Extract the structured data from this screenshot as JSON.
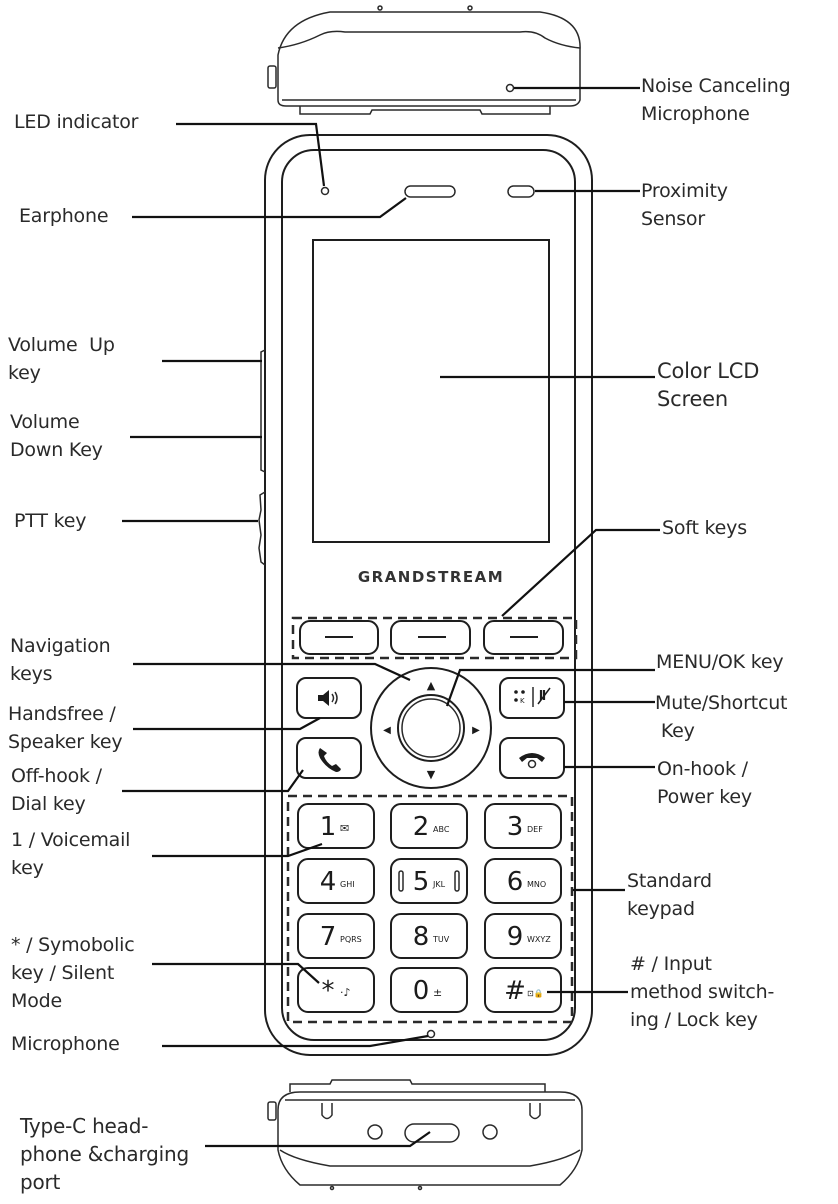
{
  "diagram": {
    "brand": "GRANDSTREAM",
    "labels": {
      "noise_mic": "Noise Canceling\nMicrophone",
      "led": "LED indicator",
      "earphone": "Earphone",
      "proximity": "Proximity\nSensor",
      "vol_up": "Volume  Up\nkey",
      "vol_down": "Volume\nDown Key",
      "lcd": "Color LCD\nScreen",
      "ptt": "PTT key",
      "soft_keys": "Soft keys",
      "navigation": "Navigation\nkeys",
      "menu_ok": "MENU/OK key",
      "handsfree": "Handsfree /\nSpeaker key",
      "mute": "Mute/Shortcut\n Key",
      "offhook": "Off-hook /\nDial key",
      "onhook": "On-hook /\nPower key",
      "voicemail": "1 / Voicemail\nkey",
      "keypad": "Standard\nkeypad",
      "star": "* / Symobolic\nkey / Silent\nMode",
      "hash": "# / Input\nmethod switch-\ning / Lock key",
      "microphone": "Microphone",
      "typec": "Type-C head-\nphone &charging\nport"
    },
    "keypad": [
      {
        "digit": "1",
        "sub": "✉"
      },
      {
        "digit": "2",
        "sub": "ABC"
      },
      {
        "digit": "3",
        "sub": "DEF"
      },
      {
        "digit": "4",
        "sub": "GHI"
      },
      {
        "digit": "5",
        "sub": "JKL"
      },
      {
        "digit": "6",
        "sub": "MNO"
      },
      {
        "digit": "7",
        "sub": "PQRS"
      },
      {
        "digit": "8",
        "sub": "TUV"
      },
      {
        "digit": "9",
        "sub": "WXYZ"
      },
      {
        "digit": "*",
        "sub": "·♪"
      },
      {
        "digit": "0",
        "sub": "±"
      },
      {
        "digit": "#",
        "sub": "⊡🔒"
      }
    ],
    "soft_key_glyph": "—",
    "nav_arrows": {
      "up": "▲",
      "down": "▼",
      "left": "◀",
      "right": "▶"
    }
  }
}
